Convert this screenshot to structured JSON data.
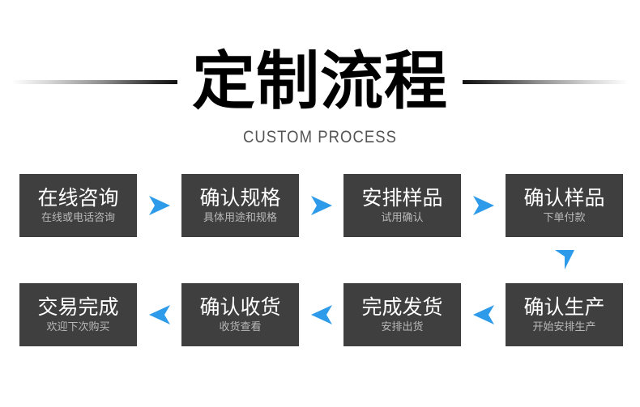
{
  "header": {
    "title": "定制流程",
    "subtitle": "CUSTOM PROCESS",
    "rule_left_name": "divider-gradient-left",
    "rule_right_name": "divider-gradient-right"
  },
  "theme": {
    "box_bg": "#3f3f3f",
    "box_title_color": "#ffffff",
    "box_sub_color": "#b9b9b9",
    "arrow_color": "#2e9bea",
    "page_bg": "#ffffff",
    "title_color": "#000000",
    "subtitle_color": "#555555"
  },
  "flow": {
    "steps": [
      {
        "title": "在线咨询",
        "sub": "在线或电话咨询"
      },
      {
        "title": "确认规格",
        "sub": "具体用途和规格"
      },
      {
        "title": "安排样品",
        "sub": "试用确认"
      },
      {
        "title": "确认样品",
        "sub": "下单付款"
      },
      {
        "title": "确认生产",
        "sub": "开始安排生产"
      },
      {
        "title": "完成发货",
        "sub": "安排出货"
      },
      {
        "title": "确认收货",
        "sub": "收货查看"
      },
      {
        "title": "交易完成",
        "sub": "欢迎下次购买"
      }
    ],
    "arrows": [
      {
        "name": "arrow-right-1",
        "direction": "right"
      },
      {
        "name": "arrow-right-2",
        "direction": "right"
      },
      {
        "name": "arrow-right-3",
        "direction": "right"
      },
      {
        "name": "arrow-down-1",
        "direction": "down"
      },
      {
        "name": "arrow-left-1",
        "direction": "left"
      },
      {
        "name": "arrow-left-2",
        "direction": "left"
      },
      {
        "name": "arrow-left-3",
        "direction": "left"
      }
    ]
  }
}
